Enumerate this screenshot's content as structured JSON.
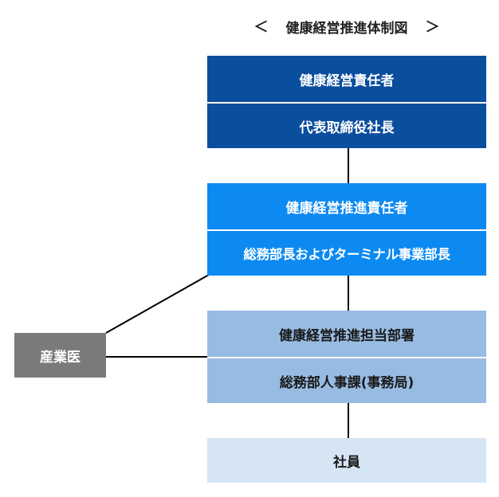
{
  "header": {
    "title": "健康経営推進体制図",
    "prev_arrow": "＜",
    "next_arrow": "＞"
  },
  "blocks": {
    "top_role": "健康経営責任者",
    "top_person": "代表取締役社長",
    "second_role": "健康経営推進責任者",
    "second_person": "総務部長およびターミナル事業部長",
    "third_role": "健康経営推進担当部署",
    "third_dept": "総務部人事課(事務局)",
    "employees": "社員",
    "occupational_physician": "産業医"
  },
  "colors": {
    "level1": "#0a4e9e",
    "level2": "#0c8af2",
    "level3": "#98bbe2",
    "level4": "#d6e5f4",
    "side": "#7a7a7a"
  }
}
